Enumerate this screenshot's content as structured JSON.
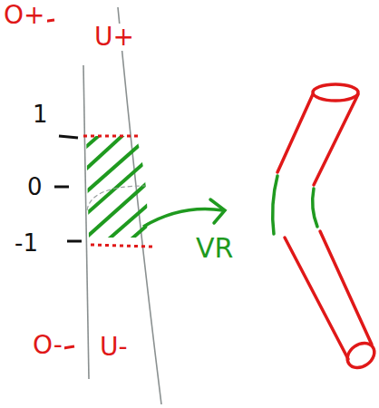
{
  "diagram": {
    "labels": [
      "O+",
      "U+",
      "1",
      "0",
      "-1",
      "O-",
      "U-",
      "VR"
    ]
  }
}
